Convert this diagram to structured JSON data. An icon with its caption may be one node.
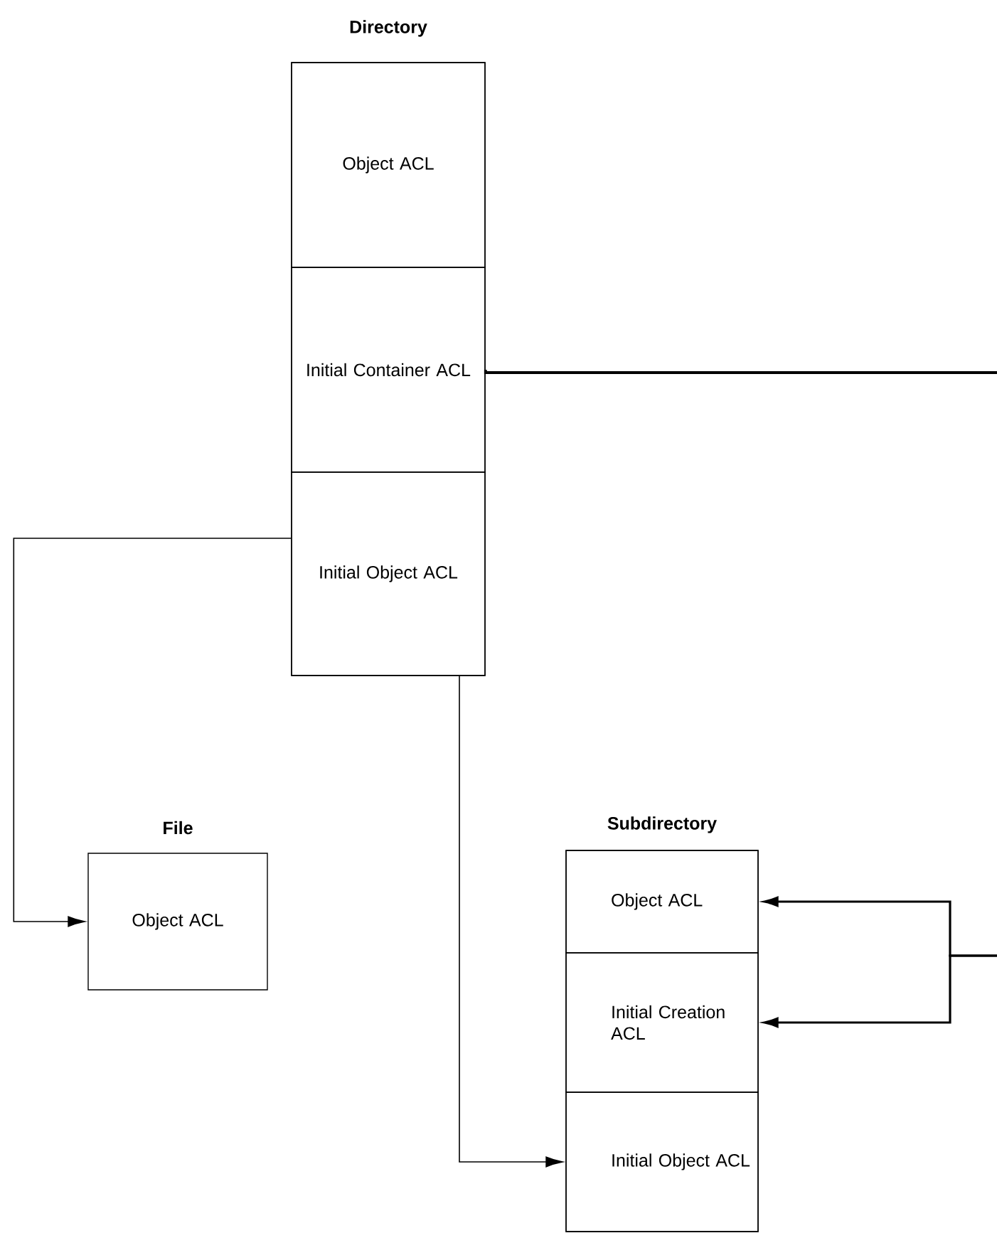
{
  "diagram": {
    "nodes": [
      {
        "text": [
          "Directory"
        ]
      },
      {
        "text": [
          "Object ACL"
        ],
        "in": 0
      },
      {
        "text": [
          "Initial Container ACL"
        ],
        "in": 0
      },
      {
        "text": [
          "Initial Object ACL"
        ],
        "in": 0
      },
      {
        "text": [
          "File",
          "Object ACL"
        ]
      },
      {
        "text": [
          "Subdirectory"
        ]
      },
      {
        "text": [
          "Object ACL"
        ],
        "in": 5
      },
      {
        "text": [
          "Initial Creation ACL"
        ],
        "in": 5
      },
      {
        "text": [
          "Initial Object ACL"
        ],
        "in": 5
      }
    ],
    "edges": [
      {
        "from": 3,
        "to": 4,
        "arrow": "to"
      },
      {
        "from": 3,
        "to": 8,
        "arrow": "to"
      },
      {
        "from": 2,
        "to": null,
        "arrow": "none"
      },
      {
        "from": null,
        "to": 6,
        "arrow": "to"
      },
      {
        "from": null,
        "to": 7,
        "arrow": "to"
      }
    ]
  }
}
